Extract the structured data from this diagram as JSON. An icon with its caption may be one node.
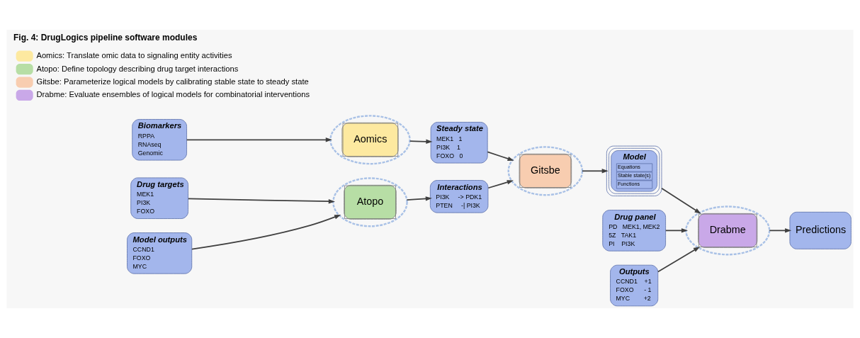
{
  "diagram": {
    "title": "Fig. 4: DrugLogics pipeline software modules",
    "nodes": [
      {
        "text": [
          "Biomarkers",
          "RPPA",
          "RNAseq",
          "Genomic"
        ]
      },
      {
        "text": [
          "Aomics"
        ]
      },
      {
        "text": [
          "Steady state",
          "MEK1   1",
          "PI3K    1",
          "FOXO   0"
        ]
      },
      {
        "text": [
          "Drug panel",
          "PD   MEK1, MEK2",
          "5Z   TAK1",
          "PI    PI3K"
        ]
      },
      {
        "text": [
          "Outputs",
          "CCND1    +1",
          "FOXO      - 1",
          "MYC        +2"
        ]
      },
      {
        "text": [
          "Drug targets",
          "MEK1",
          "PI3K",
          "FOXO"
        ]
      },
      {
        "text": [
          "Atopo"
        ]
      },
      {
        "text": [
          "Interactions",
          "PI3K     -> PDK1",
          "PTEN     -| PI3K"
        ]
      },
      {
        "text": [
          "Gitsbe"
        ]
      },
      {
        "text": [
          "Model",
          "Equations",
          "Stable state(s)",
          "Functions"
        ]
      },
      {
        "text": [
          "Drabme"
        ]
      },
      {
        "text": [
          "Predictions"
        ]
      },
      {
        "text": [
          "Model outputs",
          "CCND1",
          "FOXO",
          "MYC"
        ]
      }
    ],
    "edges": [
      {
        "from": 0,
        "to": 1,
        "arrow": "to"
      },
      {
        "from": 1,
        "to": 2,
        "arrow": "to"
      },
      {
        "from": 2,
        "to": 8,
        "arrow": "to"
      },
      {
        "from": 5,
        "to": 6,
        "arrow": "to"
      },
      {
        "from": 12,
        "to": 6,
        "arrow": "to"
      },
      {
        "from": 6,
        "to": 7,
        "arrow": "to"
      },
      {
        "from": 7,
        "to": 8,
        "arrow": "to"
      },
      {
        "from": 8,
        "to": 9,
        "arrow": "to"
      },
      {
        "from": 9,
        "to": 10,
        "arrow": "to"
      },
      {
        "from": 3,
        "to": 10,
        "arrow": "to"
      },
      {
        "from": 4,
        "to": 10,
        "arrow": "to"
      },
      {
        "from": 10,
        "to": 11,
        "arrow": "to"
      }
    ],
    "legend": [
      {
        "text": "Aomics: Translate omic data to signaling entity activities",
        "color": "#fde9a0"
      },
      {
        "text": "Atopo: Define topology describing drug target interactions",
        "color": "#b7dea5"
      },
      {
        "text": "Gitsbe: Parameterize logical models by calibrating stable state to steady state",
        "color": "#f8cdb0"
      },
      {
        "text": "Drabme: Evaluate ensembles of logical models for combinatorial interventions",
        "color": "#c9a8e8"
      }
    ]
  }
}
